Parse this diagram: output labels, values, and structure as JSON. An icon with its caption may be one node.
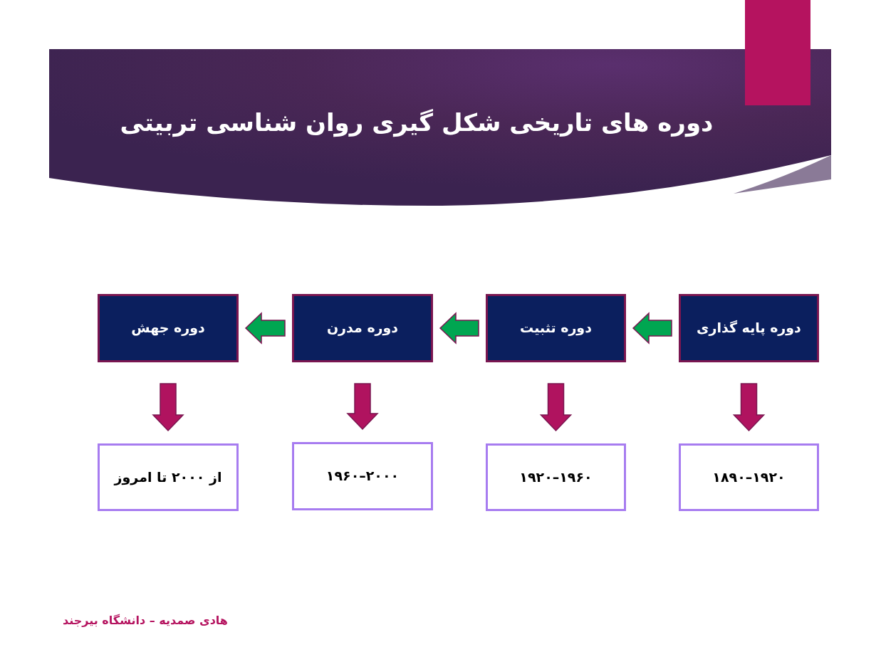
{
  "diagram": {
    "title": "دوره های تاریخی شکل گیری روان شناسی تربیتی",
    "nodes": [
      {
        "text": [
          "دوره پایه گذاری"
        ]
      },
      {
        "text": [
          "دوره تثبیت"
        ]
      },
      {
        "text": [
          "دوره مدرن"
        ]
      },
      {
        "text": [
          "دوره جهش"
        ]
      },
      {
        "text": [
          "۱۸۹۰–۱۹۲۰"
        ]
      },
      {
        "text": [
          "۱۹۲۰–۱۹۶۰"
        ]
      },
      {
        "text": [
          "۱۹۶۰–۲۰۰۰"
        ]
      },
      {
        "text": [
          "از ۲۰۰۰ تا امروز"
        ]
      }
    ],
    "edges": [
      {
        "from": 0,
        "to": 1,
        "arrow": "to",
        "style": "thick",
        "color": "#00a651"
      },
      {
        "from": 1,
        "to": 2,
        "arrow": "to",
        "style": "thick",
        "color": "#00a651"
      },
      {
        "from": 2,
        "to": 3,
        "arrow": "to",
        "style": "thick",
        "color": "#00a651"
      },
      {
        "from": 0,
        "to": 4,
        "arrow": "to",
        "style": "thick"
      },
      {
        "from": 1,
        "to": 5,
        "arrow": "to",
        "style": "thick"
      },
      {
        "from": 2,
        "to": 6,
        "arrow": "to",
        "style": "thick"
      },
      {
        "from": 3,
        "to": 7,
        "arrow": "to",
        "style": "thick"
      }
    ],
    "labels": [
      "هادی صمدیه – دانشگاه بیرجند"
    ]
  }
}
